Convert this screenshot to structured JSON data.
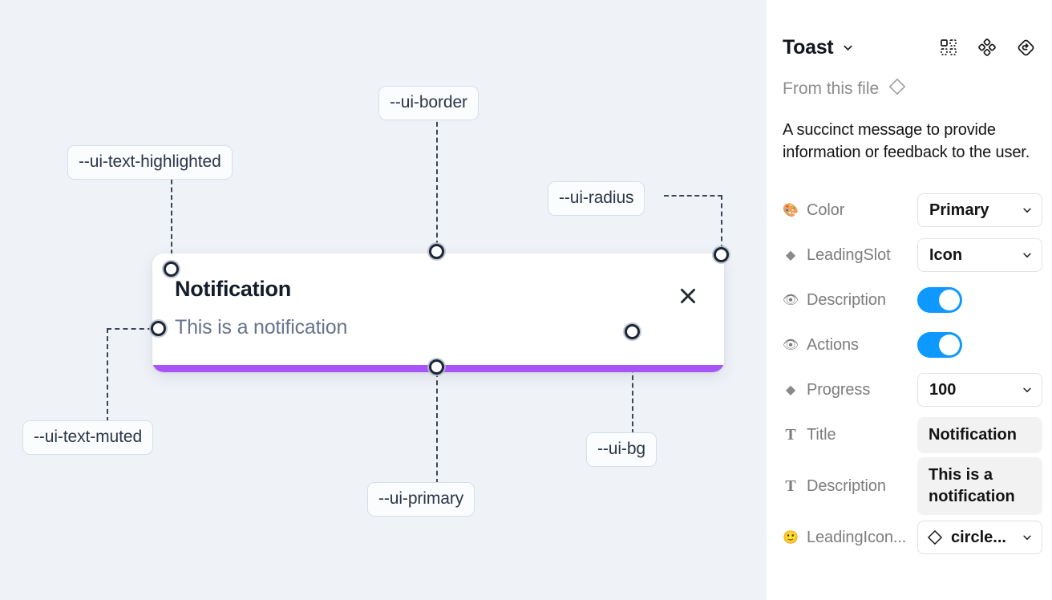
{
  "canvas": {
    "background_color": "#eff2f7",
    "tokens": [
      {
        "id": "ui-text-highlighted",
        "label": "--ui-text-highlighted"
      },
      {
        "id": "ui-border",
        "label": "--ui-border"
      },
      {
        "id": "ui-radius",
        "label": "--ui-radius"
      },
      {
        "id": "ui-text-muted",
        "label": "--ui-text-muted"
      },
      {
        "id": "ui-primary",
        "label": "--ui-primary"
      },
      {
        "id": "ui-bg",
        "label": "--ui-bg"
      }
    ],
    "toast": {
      "title": "Notification",
      "description": "This is a notification",
      "close_icon": "close-x-icon",
      "progress_color": "#a855f7",
      "background_color": "#ffffff"
    }
  },
  "panel": {
    "title": "Toast",
    "title_caret_icon": "chevron-down-icon",
    "header_icons": [
      {
        "name": "component-grid-icon"
      },
      {
        "name": "variant-diamond-dots-icon"
      },
      {
        "name": "reset-instance-icon"
      }
    ],
    "source": {
      "label": "From this file",
      "icon": "diamond-component-icon"
    },
    "description": "A succinct message to provide information or feedback to the user.",
    "properties": [
      {
        "icon": "palette-emoji",
        "glyph": "🎨",
        "label": "Color",
        "control": "select",
        "value": "Primary"
      },
      {
        "icon": "diamond-icon",
        "glyph": "◆",
        "label": "LeadingSlot",
        "control": "select",
        "value": "Icon"
      },
      {
        "icon": "eye-emoji",
        "glyph": "👁",
        "label": "Description",
        "control": "toggle",
        "value": "on"
      },
      {
        "icon": "eye-emoji",
        "glyph": "👁",
        "label": "Actions",
        "control": "toggle",
        "value": "on"
      },
      {
        "icon": "diamond-icon",
        "glyph": "◆",
        "label": "Progress",
        "control": "select",
        "value": "100"
      },
      {
        "icon": "text-t-icon",
        "glyph": "T",
        "label": "Title",
        "control": "text",
        "value": "Notification"
      },
      {
        "icon": "text-t-icon",
        "glyph": "T",
        "label": "Description",
        "control": "text",
        "value": "This is a notification"
      },
      {
        "icon": "smiley-emoji",
        "glyph": "🙂",
        "label": "LeadingIcon...",
        "control": "select-icon",
        "value": "circle..."
      }
    ],
    "toggle_on_color": "#0d99ff"
  }
}
